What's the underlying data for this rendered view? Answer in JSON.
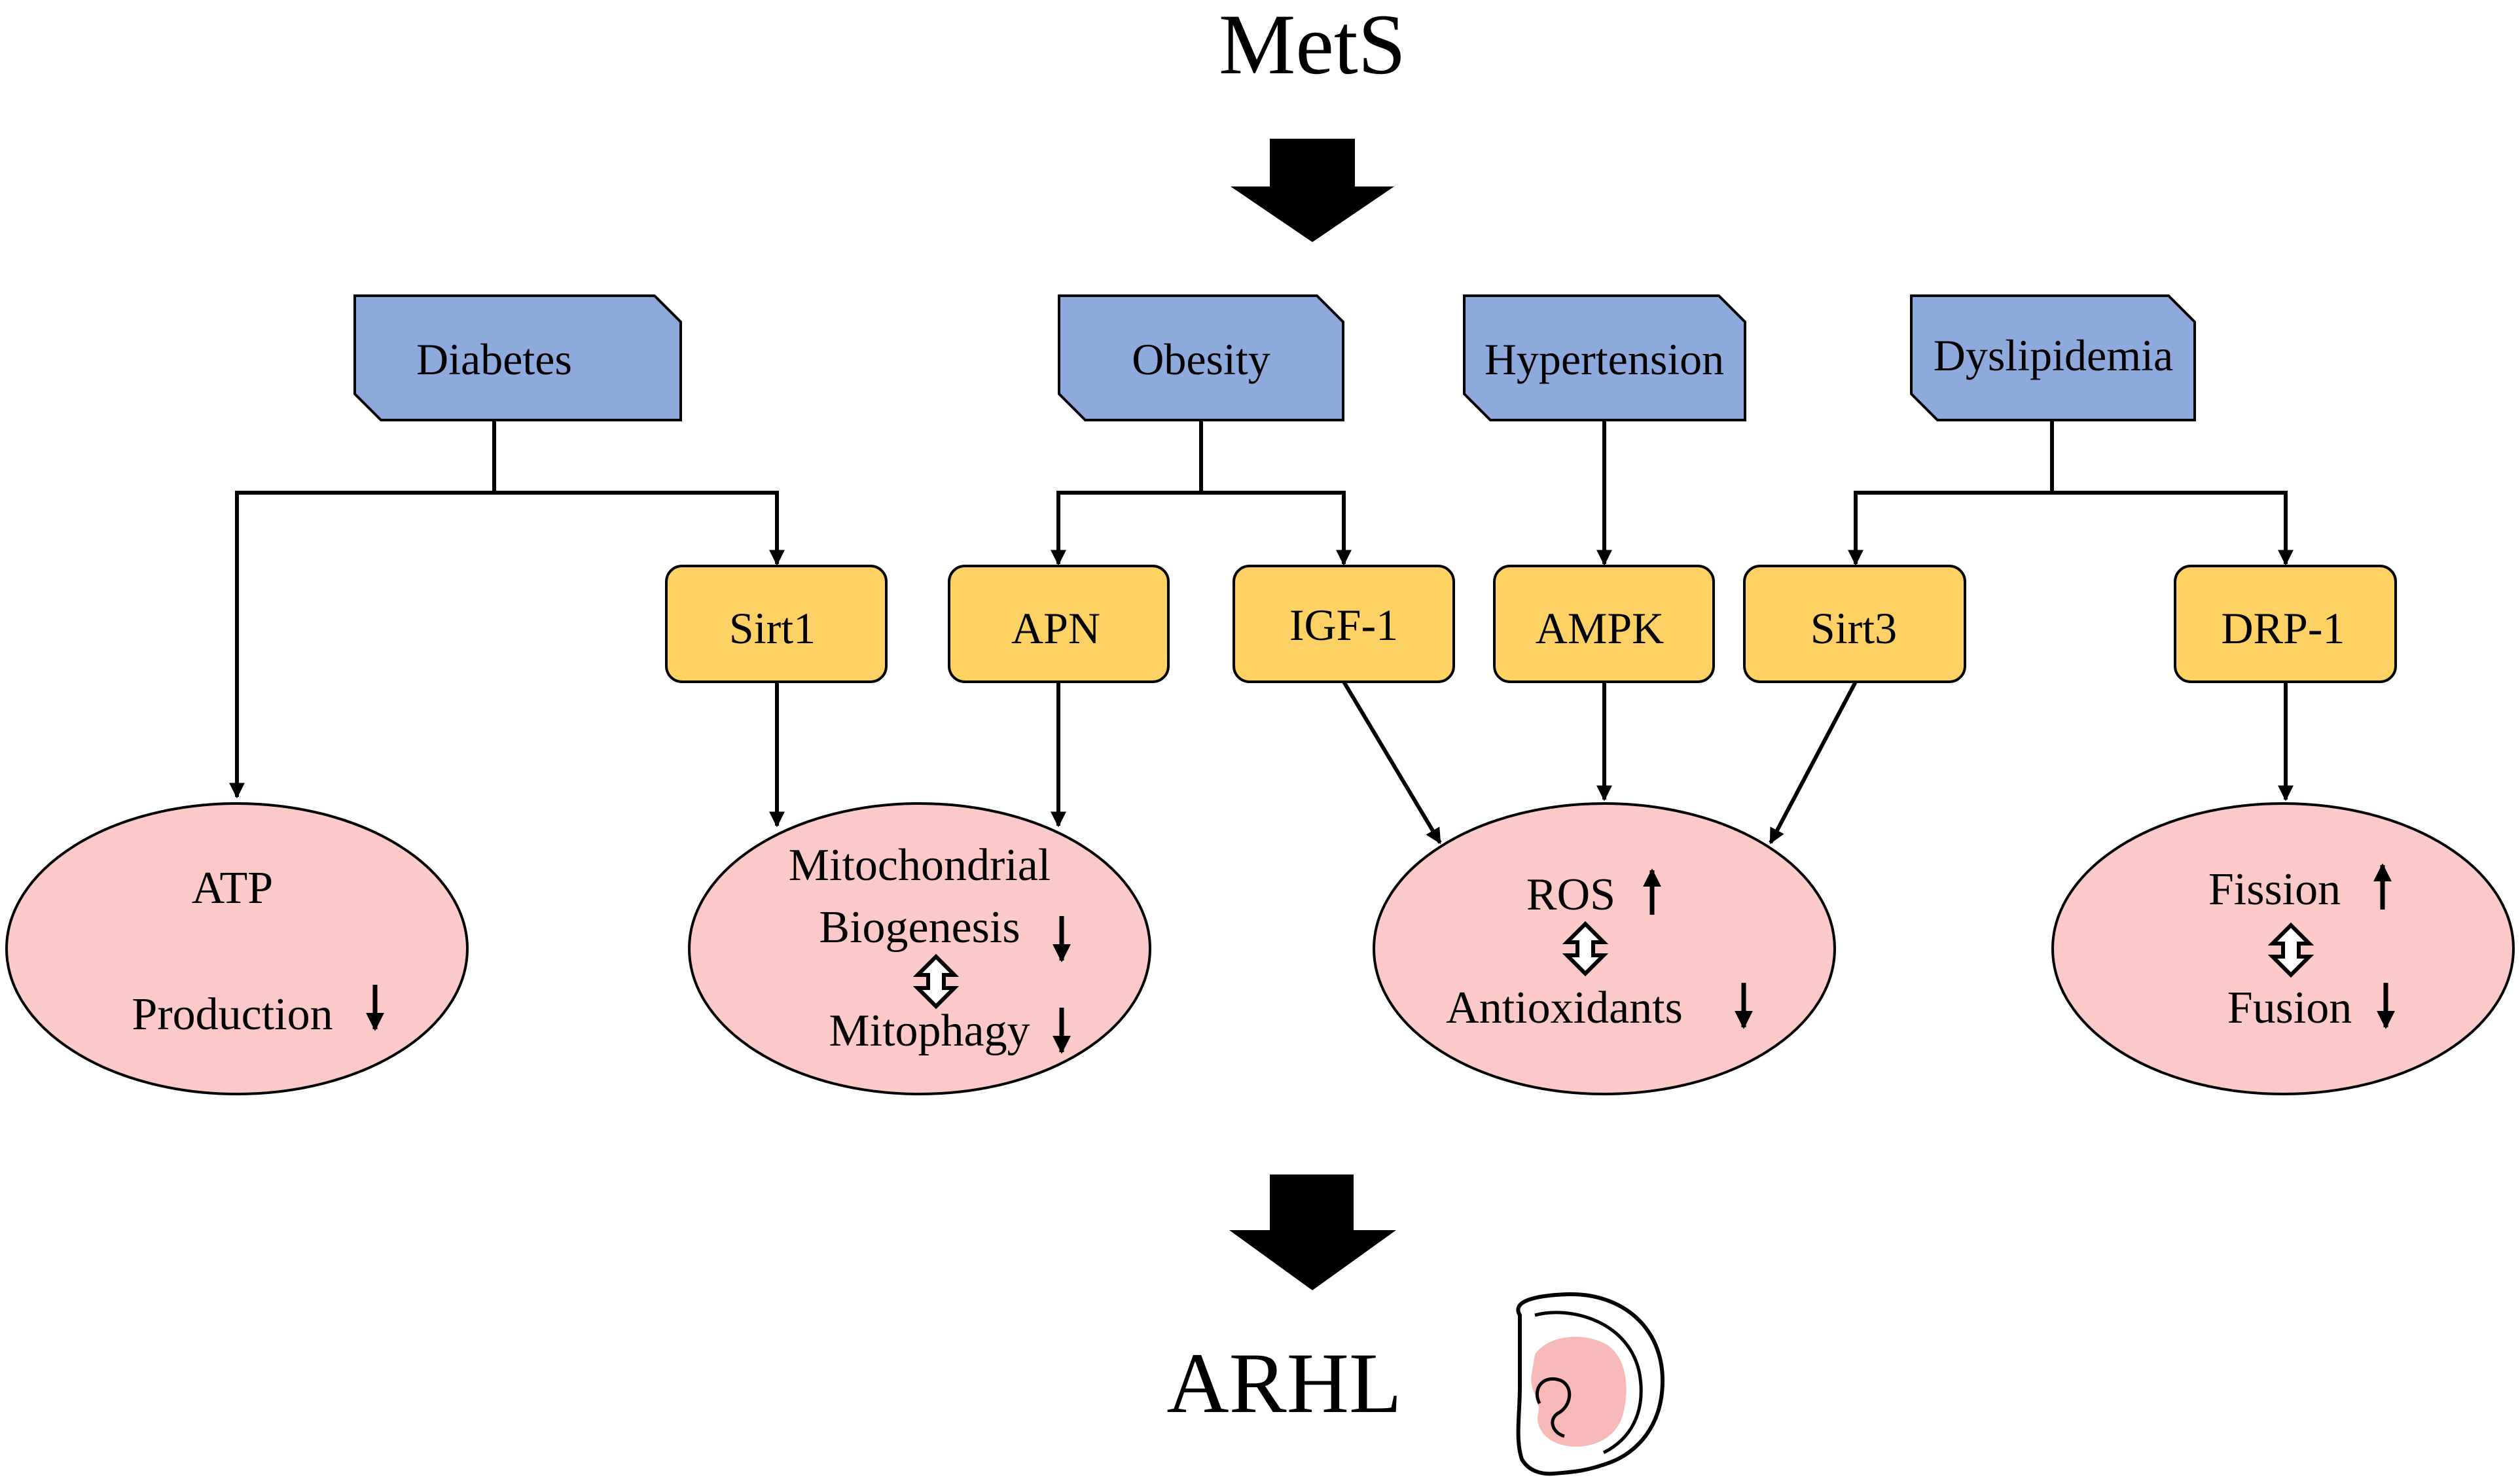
{
  "title_top": "MetS",
  "title_bottom": "ARHL",
  "conditions": {
    "diabetes": "Diabetes",
    "obesity": "Obesity",
    "hypertension": "Hypertension",
    "dyslipidemia": "Dyslipidemia"
  },
  "mediators": {
    "sirt1": "Sirt1",
    "apn": "APN",
    "igf1": "IGF-1",
    "ampk": "AMPK",
    "sirt3": "Sirt3",
    "drp1": "DRP-1"
  },
  "outcomes": {
    "atp": {
      "line1": "ATP",
      "line2": "Production",
      "line2_trend": "down"
    },
    "mito": {
      "line1": "Mitochondrial",
      "line2": "Biogenesis",
      "line2_trend": "down",
      "line3": "Mitophagy",
      "line3_trend": "down"
    },
    "ros": {
      "line1": "ROS",
      "line1_trend": "up",
      "line2": "Antioxidants",
      "line2_trend": "down"
    },
    "fission": {
      "line1": "Fission",
      "line1_trend": "up",
      "line2": "Fusion",
      "line2_trend": "down"
    }
  },
  "colors": {
    "condition_fill": "#8ea9db",
    "mediator_fill": "#fdd163",
    "outcome_fill": "#fcc9c9",
    "ear_fill": "#f7b8b8"
  },
  "icons": {
    "ear": "ear-icon",
    "big_arrow": "down-arrow-icon",
    "double_arrow": "up-down-arrow-icon"
  }
}
